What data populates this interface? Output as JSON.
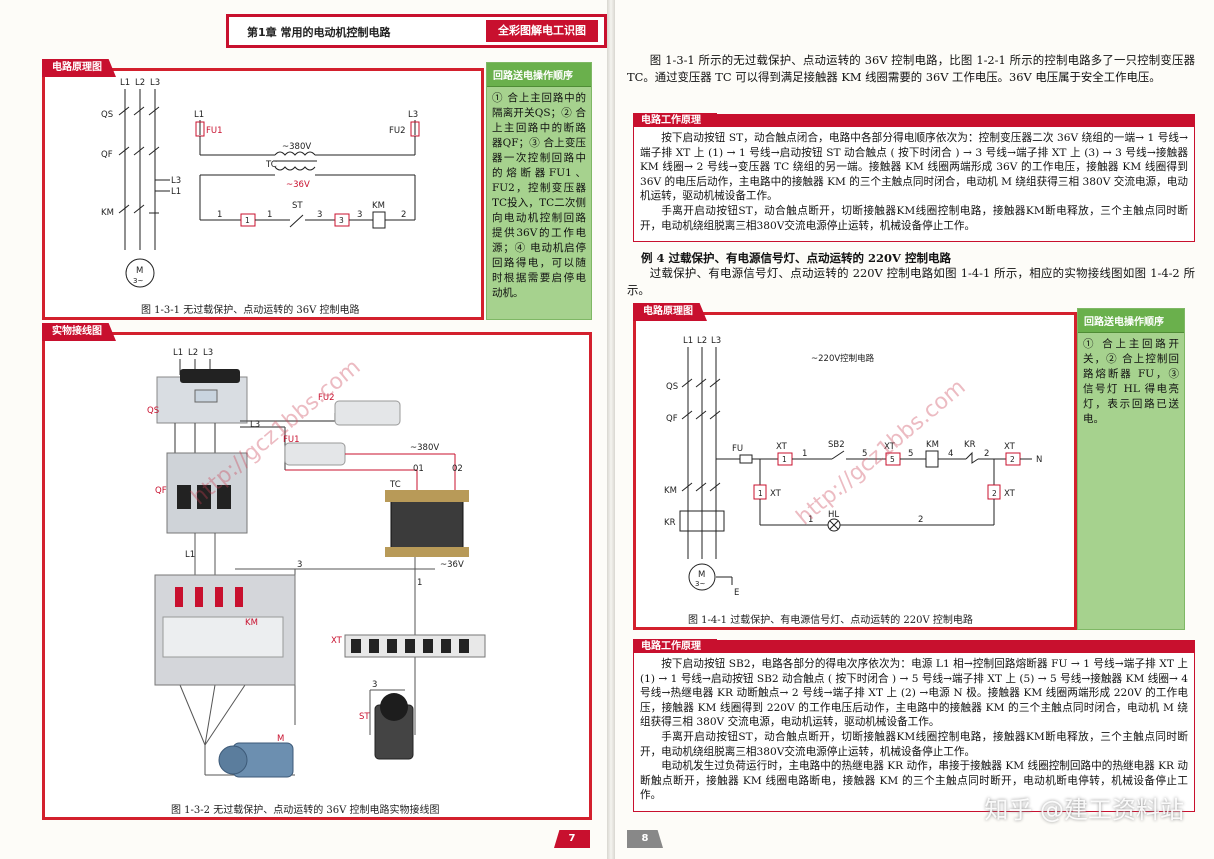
{
  "header": {
    "chapter_title": "第1章   常用的电动机控制电路",
    "series_tag": "全彩图解电工识图"
  },
  "left": {
    "panel1_tab": "电路原理图",
    "panel2_tab": "实物接线图",
    "schem": {
      "l1": "L1",
      "l2": "L2",
      "l3": "L3",
      "qs": "QS",
      "qf": "QF",
      "km": "KM",
      "m": "M",
      "m3": "3~",
      "fu1": "FU1",
      "fu2": "FU2",
      "tc": "TC",
      "v380": "~380V",
      "v36": "~36V",
      "st": "ST",
      "n1": "1",
      "n2": "2",
      "n3": "3"
    },
    "green": {
      "heading": "回路送电操作顺序",
      "body": "① 合上主回路中的隔离开关QS；② 合上主回路中的断路器QF；③ 合上变压器一次控制回路中的熔断器FU1、FU2，控制变压器TC投入，TC二次侧向电动机控制回路提供36V的工作电源；④ 电动机启停回路得电，可以随时根据需要启停电动机。"
    },
    "caption1": "图 1-3-1    无过载保护、点动运转的 36V 控制电路",
    "wiring": {
      "qs": "QS",
      "qf": "QF",
      "km": "KM",
      "m": "M",
      "tc": "TC",
      "xt": "XT",
      "st": "ST",
      "fu1": "FU1",
      "fu2": "FU2",
      "v380": "~380V",
      "v36": "~36V",
      "l1": "L1",
      "l2": "L2",
      "l3": "L3",
      "w01": "01",
      "w02": "02",
      "w3": "3",
      "w1": "1"
    },
    "caption2": "图 1-3-2    无过载保护、点动运转的 36V 控制电路实物接线图",
    "page_num": "7"
  },
  "right": {
    "intro": "图 1-3-1 所示的无过载保护、点动运转的 36V 控制电路，比图 1-2-1 所示的控制电路多了一只控制变压器 TC。通过变压器 TC 可以得到满足接触器 KM 线圈需要的 36V 工作电压。36V 电压属于安全工作电压。",
    "work1_title": "电路工作原理",
    "work1_p1": "按下启动按钮 ST，动合触点闭合，电路中各部分得电顺序依次为：控制变压器二次 36V 绕组的一端→ 1 号线→端子排 XT 上 (1) → 1 号线→启动按钮 ST 动合触点 ( 按下时闭合 ) → 3 号线→端子排 XT 上 (3) → 3 号线→接触器 KM 线圈→ 2 号线→变压器 TC 绕组的另一端。接触器 KM 线圈两端形成 36V 的工作电压，接触器 KM 线圈得到 36V 的电压后动作，主电路中的接触器 KM 的三个主触点同时闭合，电动机 M 绕组获得三相 380V 交流电源，电动机运转，驱动机械设备工作。",
    "work1_p2": "手离开启动按钮ST，动合触点断开，切断接触器KM线圈控制电路，接触器KM断电释放，三个主触点同时断开，电动机绕组脱离三相380V交流电源停止运转，机械设备停止工作。",
    "example_title": "例 4    过载保护、有电源信号灯、点动运转的 220V 控制电路",
    "example_intro": "过载保护、有电源信号灯、点动运转的 220V 控制电路如图 1-4-1 所示，相应的实物接线图如图 1-4-2 所示。",
    "panel_tab": "电路原理图",
    "schem": {
      "l1": "L1",
      "l2": "L2",
      "l3": "L3",
      "title": "~220V控制电路",
      "qs": "QS",
      "qf": "QF",
      "km": "KM",
      "kr": "KR",
      "m": "M",
      "m3": "3~",
      "e": "E",
      "fu": "FU",
      "xt": "XT",
      "sb2": "SB2",
      "hl": "HL",
      "kr2": "KR",
      "km2": "KM",
      "n": "N",
      "b1": "1",
      "b2": "2",
      "b5": "5",
      "w1": "1",
      "w5": "5",
      "w4": "4",
      "w2": "2",
      "w2b": "2",
      "w1b": "1"
    },
    "green": {
      "heading": "回路送电操作顺序",
      "body": "① 合上主回路开关，② 合上控制回路熔断器 FU，③ 信号灯 HL 得电亮灯，表示回路已送电。"
    },
    "caption": "图 1-4-1    过载保护、有电源信号灯、点动运转的 220V 控制电路",
    "work2_title": "电路工作原理",
    "work2_p1": "按下启动按钮 SB2，电路各部分的得电次序依次为：电源 L1 相→控制回路熔断器 FU → 1 号线→端子排 XT 上 (1) → 1 号线→启动按钮 SB2 动合触点 ( 按下时闭合 ) → 5 号线→端子排 XT 上 (5) → 5 号线→接触器 KM 线圈→ 4 号线→热继电器 KR 动断触点→ 2 号线→端子排 XT 上 (2) →电源 N 极。接触器 KM 线圈两端形成 220V 的工作电压，接触器 KM 线圈得到 220V 的工作电压后动作，主电路中的接触器 KM 的三个主触点同时闭合，电动机 M 绕组获得三相 380V 交流电源，电动机运转，驱动机械设备工作。",
    "work2_p2": "手离开启动按钮ST，动合触点断开，切断接触器KM线圈控制电路，接触器KM断电释放，三个主触点同时断开，电动机绕组脱离三相380V交流电源停止运转，机械设备停止工作。",
    "work2_p3": "电动机发生过负荷运行时，主电路中的热继电器 KR 动作，串接于接触器 KM 线圈控制回路中的热继电器 KR 动断触点断开，接触器 KM 线圈电路断电，接触器 KM 的三个主触点同时断开，电动机断电停转，机械设备停止工作。",
    "page_num": "8"
  },
  "watermarks": {
    "text": "http://gcz1bbs.com",
    "brand": "知乎 @建工资料站"
  },
  "colors": {
    "accent_red": "#c8102e",
    "green_box": "#a6d28e",
    "green_head": "#6ab04c"
  }
}
